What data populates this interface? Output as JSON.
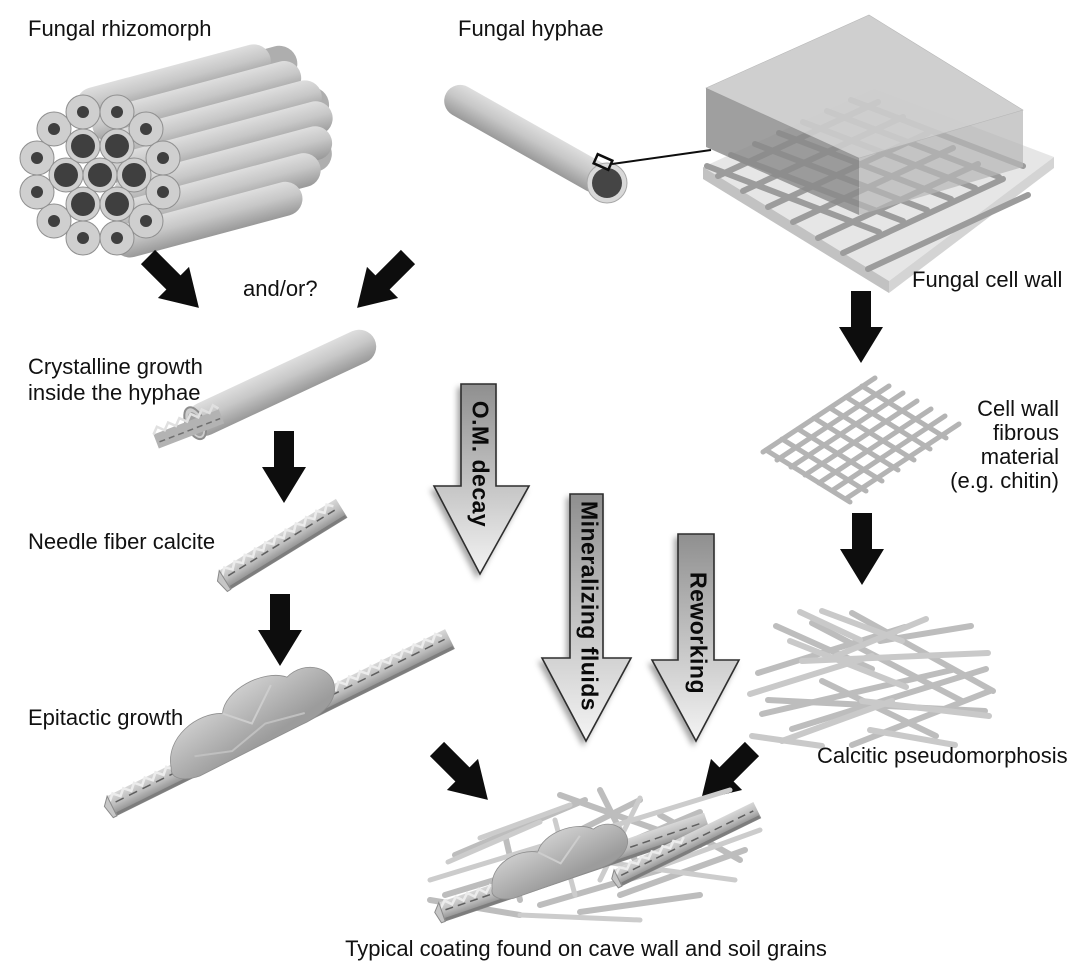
{
  "figure": {
    "labels": {
      "fungal_rhizomorph": "Fungal rhizomorph",
      "fungal_hyphae": "Fungal hyphae",
      "fungal_cell_wall": "Fungal cell wall",
      "and_or": "and/or?",
      "crystalline_growth": "Crystalline growth\ninside the hyphae",
      "needle_fiber_calcite": "Needle fiber calcite",
      "epitactic_growth": "Epitactic growth",
      "cell_wall_fibrous_material": "Cell wall\nfibrous\nmaterial\n(e.g. chitin)",
      "calcitic_pseudomorphosis": "Calcitic pseudomorphosis",
      "typical_coating_caption": "Typical coating found on cave wall and soil grains"
    },
    "process_arrows": {
      "om_decay": "O.M. decay",
      "mineralizing_fluids": "Mineralizing fluids",
      "reworking": "Reworking"
    },
    "colors": {
      "background": "#ffffff",
      "text": "#111111",
      "solid_arrow": "#0d0d0d",
      "figure_light_gray": "#d6d6d6",
      "figure_mid_gray": "#b5b5b5",
      "figure_dark_gray": "#8f8f8f",
      "lumen_dark": "#454545",
      "process_arrow_top": "#8f8f8f",
      "process_arrow_bottom": "#f4f4f4",
      "process_arrow_outline": "#2e2e2e"
    }
  }
}
